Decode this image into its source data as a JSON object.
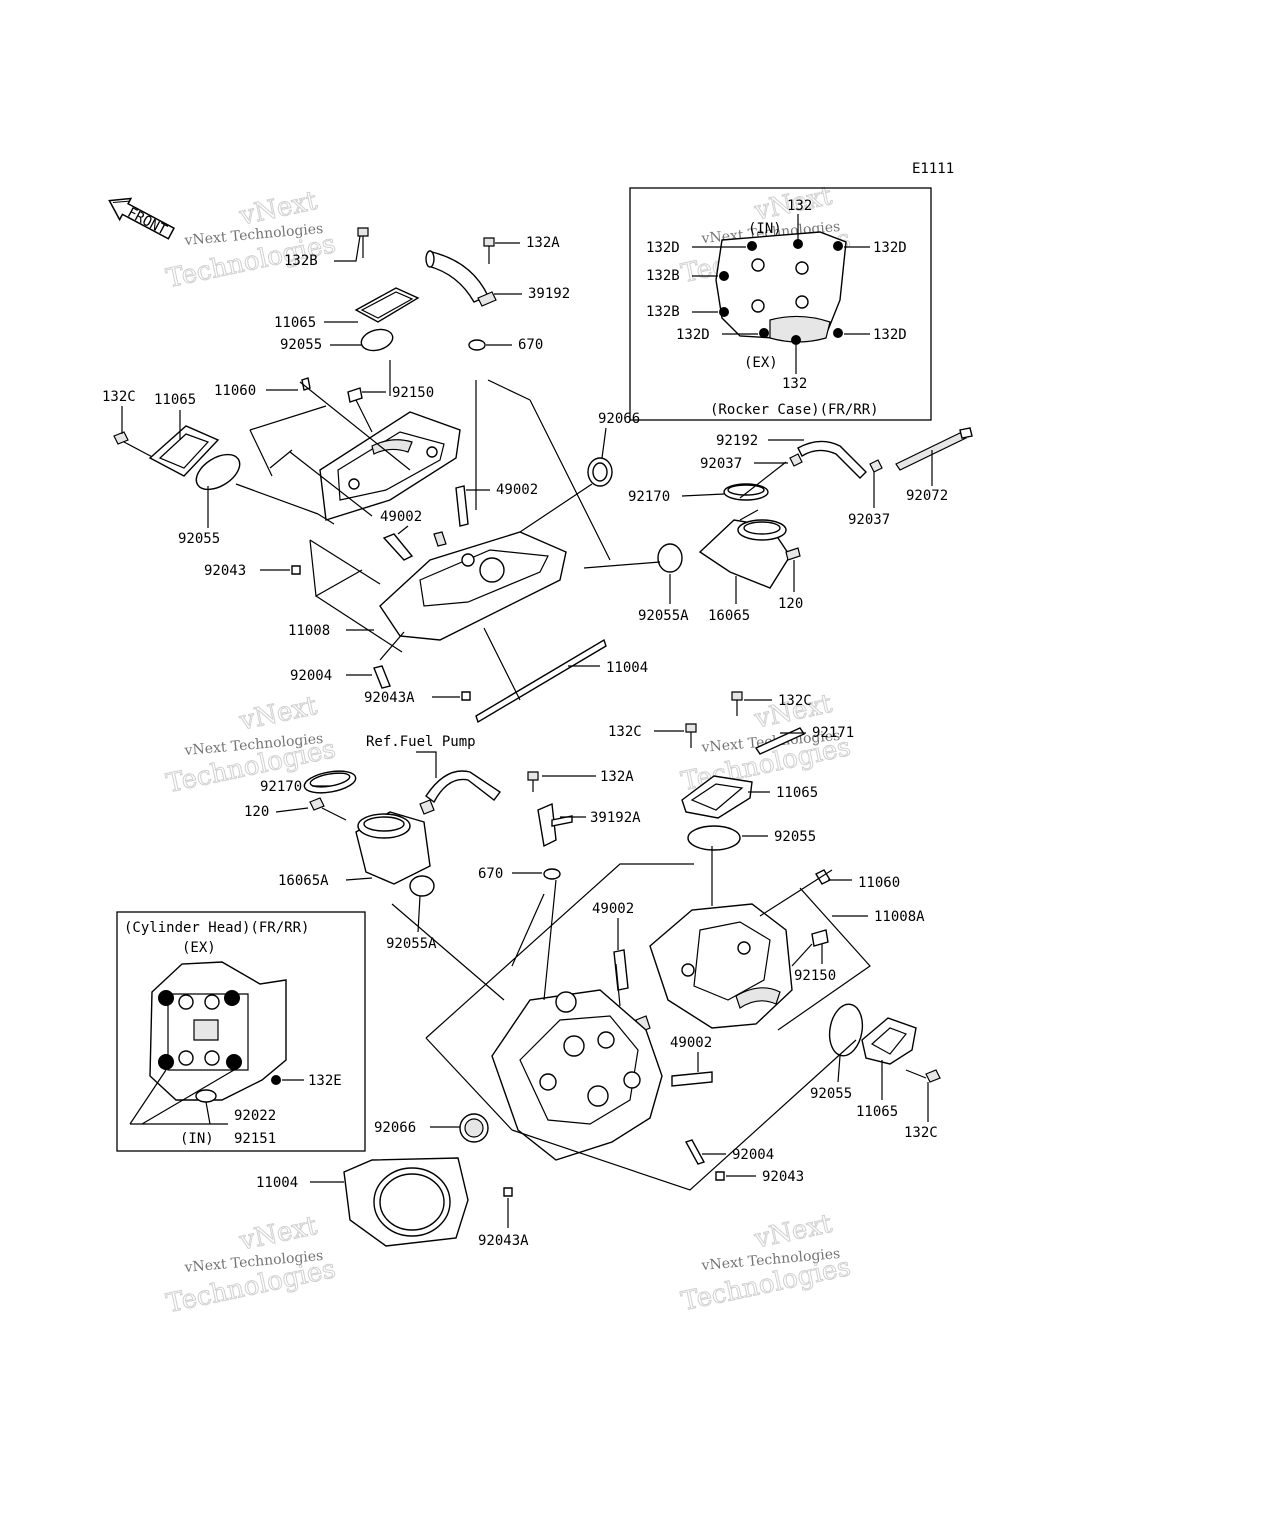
{
  "diagram_code": "E1111",
  "front_arrow_label": "FRONT",
  "inset_rocker": {
    "caption": "(Rocker Case)(FR/RR)",
    "in_label": "(IN)",
    "ex_label": "(EX)",
    "labels": {
      "top_132": "132",
      "bottom_132": "132",
      "d_top_left": "132D",
      "d_top_right": "132D",
      "d_bottom_left": "132D",
      "d_bottom_right": "132D",
      "b_upper": "132B",
      "b_lower": "132B"
    }
  },
  "inset_cylinder": {
    "caption": "(Cylinder Head)(FR/RR)",
    "ex_label": "(EX)",
    "in_label": "(IN)",
    "labels": {
      "p132e": "132E",
      "p92022": "92022",
      "p92151": "92151"
    }
  },
  "ref_fuel_pump": "Ref.Fuel Pump",
  "upper_labels": {
    "p132a": "132A",
    "p132b": "132B",
    "p39192": "39192",
    "p11065_a": "11065",
    "p92055_a": "92055",
    "p670": "670",
    "p132c": "132C",
    "p11065_b": "11065",
    "p11060": "11060",
    "p92150": "92150",
    "p92066": "92066",
    "p92192": "92192",
    "p92037_a": "92037",
    "p92170": "92170",
    "p92072": "92072",
    "p92037_b": "92037",
    "p49002_a": "49002",
    "p49002_b": "49002",
    "p92055_b": "92055",
    "p92043": "92043",
    "p92055a": "92055A",
    "p16065": "16065",
    "p120": "120",
    "p11008": "11008",
    "p11004": "11004",
    "p92004": "92004",
    "p92043a": "92043A"
  },
  "lower_labels": {
    "p132c_a": "132C",
    "p132c_b": "132C",
    "p92171": "92171",
    "p11065_a": "11065",
    "p92170": "92170",
    "p132a": "132A",
    "p39192a": "39192A",
    "p120": "120",
    "p92055_a": "92055",
    "p16065a": "16065A",
    "p670": "670",
    "p11060": "11060",
    "p11008a": "11008A",
    "p92055a": "92055A",
    "p49002_a": "49002",
    "p92150": "92150",
    "p49002_b": "49002",
    "p92055_b": "92055",
    "p11065_b": "11065",
    "p132c_c": "132C",
    "p92066": "92066",
    "p92004": "92004",
    "p11004": "11004",
    "p92043": "92043",
    "p92043a": "92043A"
  },
  "watermark": {
    "line1": "vNext Technologies",
    "line2": "vNext",
    "line3": "Technologies"
  }
}
